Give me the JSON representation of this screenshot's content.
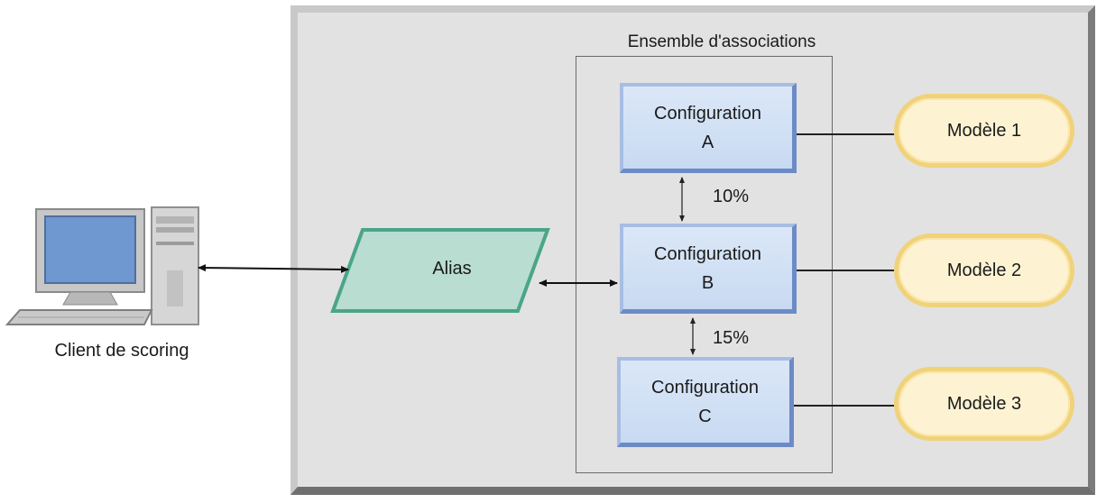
{
  "ensemble": {
    "title": "Ensemble d'associations"
  },
  "alias": {
    "label": "Alias"
  },
  "client": {
    "label": "Client de scoring"
  },
  "configurations": [
    {
      "line1": "Configuration",
      "line2": "A"
    },
    {
      "line1": "Configuration",
      "line2": "B"
    },
    {
      "line1": "Configuration",
      "line2": "C"
    }
  ],
  "percentages": [
    "10%",
    "15%"
  ],
  "models": [
    "Modèle 1",
    "Modèle 2",
    "Modèle 3"
  ],
  "colors": {
    "panel": "#e2e2e2",
    "config_fill": "#dbe7f7",
    "config_border": "#6c8bc6",
    "alias_fill": "#b9ddd0",
    "alias_border": "#4aa58a",
    "model_fill": "#fdf3d3",
    "model_border": "#f0d27a",
    "monitor_screen": "#6e98cf"
  }
}
